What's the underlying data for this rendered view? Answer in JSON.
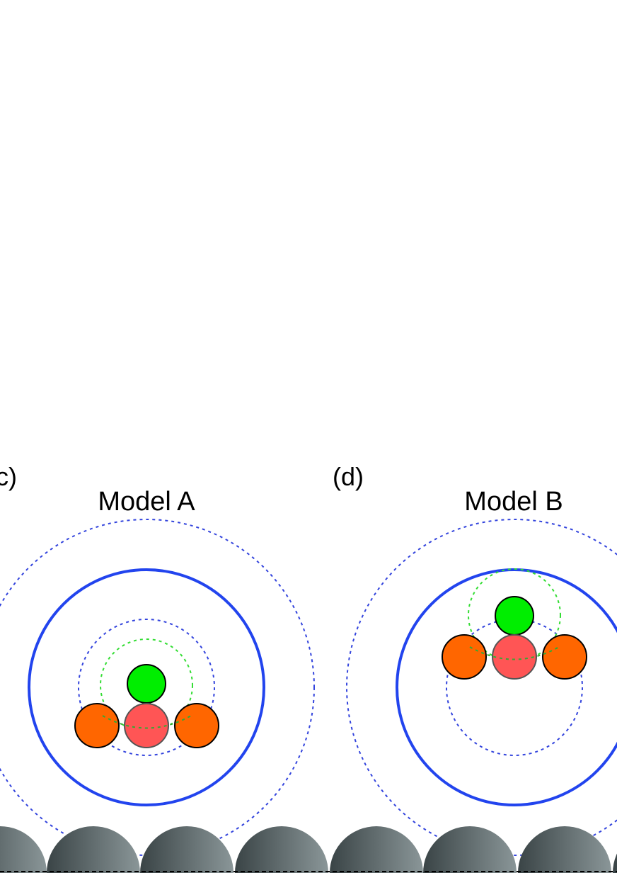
{
  "panels": [
    {
      "letter": "c)",
      "title": "Model A"
    },
    {
      "letter": "(d)",
      "title": "Model B"
    }
  ],
  "colors": {
    "outer_dotted_circle": "#3344dd",
    "solid_circle": "#2244ee",
    "inner_dotted_circle": "#3344dd",
    "green_dotted_circle": "#33dd33",
    "green_atom": "#00ee00",
    "center_atom": "#ff5555",
    "side_atom": "#ff6600",
    "atom_outline": "#000000",
    "substrate_dark": "#3a4446",
    "substrate_light": "#8a9698"
  }
}
